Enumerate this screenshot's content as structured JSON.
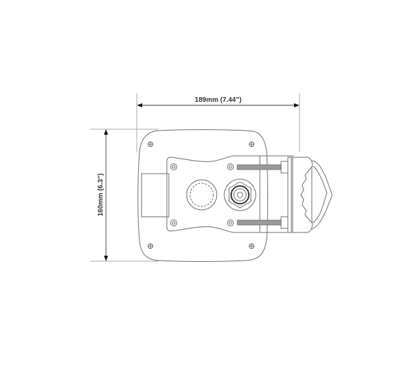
{
  "drawing": {
    "type": "technical dimension drawing",
    "subject": "enclosure with clamp bracket, front view",
    "line_color": "#6a6a6a",
    "text_color": "#333333",
    "background": "#ffffff"
  },
  "dimensions": {
    "width": {
      "label": "189mm (7.44”)",
      "orientation": "horizontal"
    },
    "height": {
      "label": "160mm (6.3”)",
      "orientation": "vertical"
    }
  },
  "components": {
    "housing": "rounded square housing",
    "plate": "mounting plate",
    "gland": "cable gland nut",
    "knob": "knurled round connector",
    "screws_outer": 4,
    "screws_inner": 4,
    "threaded_rods": 2,
    "clamp": "pipe clamp bracket"
  }
}
